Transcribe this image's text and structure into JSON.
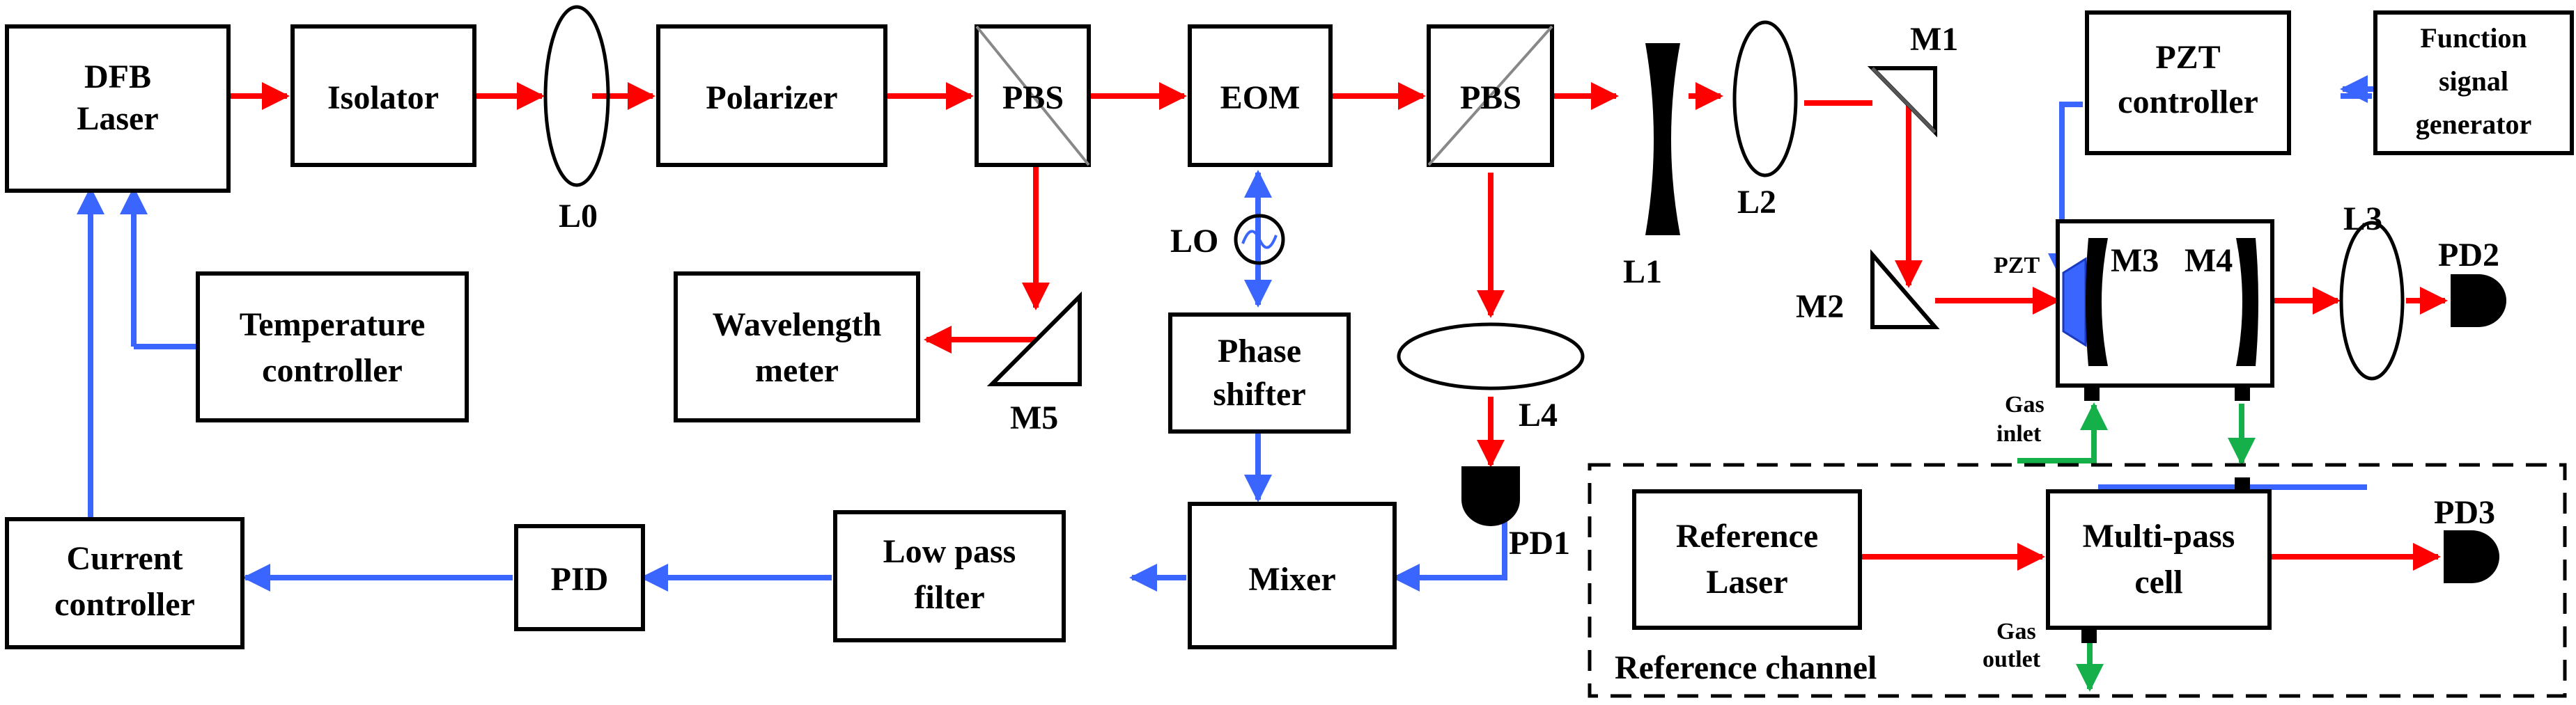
{
  "colors": {
    "laser_path": "#ff0000",
    "control_path": "#3a66ff",
    "gas_path": "#16b04a",
    "outline": "#000000"
  },
  "boxes": {
    "dfb_laser": [
      "DFB",
      "Laser"
    ],
    "isolator": "Isolator",
    "polarizer": "Polarizer",
    "pbs_1": "PBS",
    "eom": "EOM",
    "pbs_2": "PBS",
    "temperature_controller": [
      "Temperature",
      "controller"
    ],
    "wavelength_meter": [
      "Wavelength",
      "meter"
    ],
    "phase_shifter": [
      "Phase",
      "shifter"
    ],
    "current_controller": [
      "Current",
      "controller"
    ],
    "pid": "PID",
    "low_pass_filter": [
      "Low pass",
      "filter"
    ],
    "mixer": "Mixer",
    "pzt_controller": [
      "PZT",
      "controller"
    ],
    "function_signal_generator": [
      "Function",
      "signal",
      "generator"
    ],
    "reference_laser": [
      "Reference",
      "Laser"
    ],
    "multi_pass_cell": [
      "Multi-pass",
      "cell"
    ]
  },
  "component_labels": {
    "l0": "L0",
    "l1": "L1",
    "l2": "L2",
    "l3": "L3",
    "l4": "L4",
    "m1": "M1",
    "m2": "M2",
    "m3": "M3",
    "m4": "M4",
    "m5": "M5",
    "lo": "LO",
    "pzt": "PZT",
    "pd1": "PD1",
    "pd2": "PD2",
    "pd3": "PD3"
  },
  "gas": {
    "inlet": [
      "Gas",
      "inlet"
    ],
    "outlet": [
      "Gas",
      "outlet"
    ]
  },
  "reference_channel_label": "Reference channel"
}
